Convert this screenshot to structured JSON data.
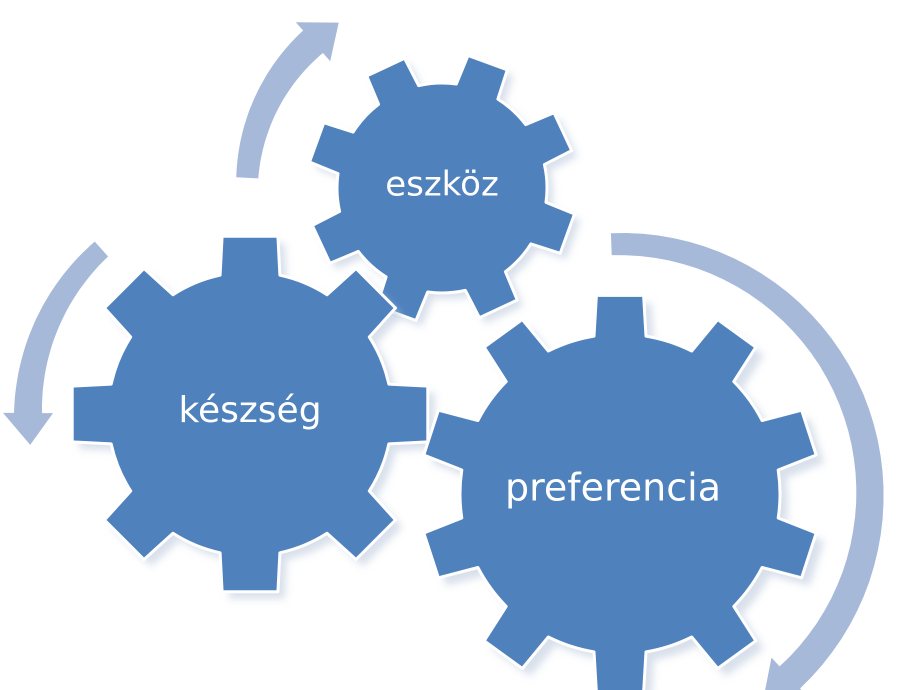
{
  "diagram": {
    "type": "gear-cycle",
    "colors": {
      "gear_fill": "#4f81bd",
      "gear_outline": "#ffffff",
      "arrow_fill": "#a7b9d9",
      "label_text": "#ffffff",
      "background": "#ffffff"
    },
    "gears": [
      {
        "id": "eszkoz",
        "label": "eszköz"
      },
      {
        "id": "keszseg",
        "label": "készség"
      },
      {
        "id": "preferencia",
        "label": "preferencia"
      }
    ]
  }
}
